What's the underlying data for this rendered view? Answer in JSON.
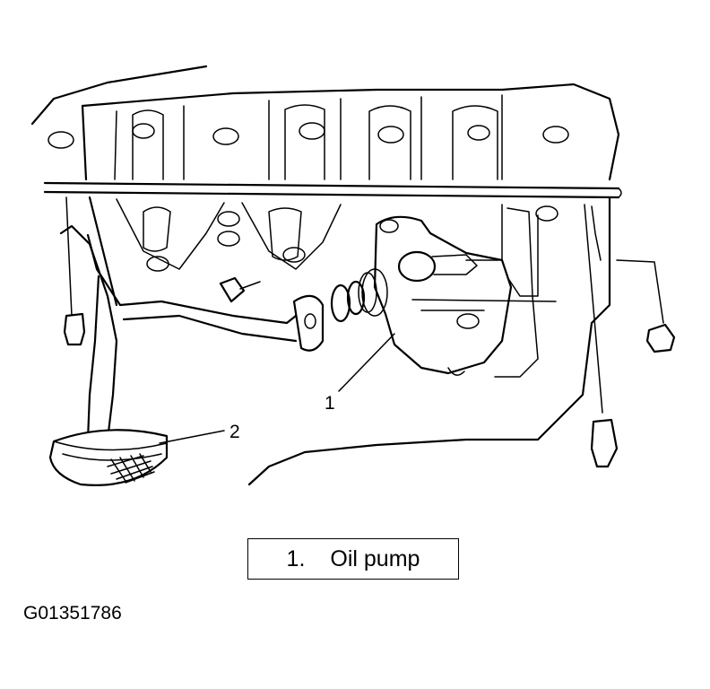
{
  "callouts": [
    {
      "number": "1"
    },
    {
      "number": "2"
    }
  ],
  "legend": {
    "number": "1.",
    "label": "Oil pump"
  },
  "figure_id": "G01351786"
}
